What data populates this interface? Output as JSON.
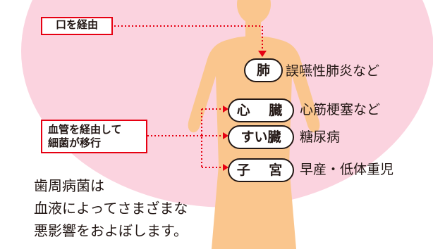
{
  "route_label": "口を経由",
  "bloodstream_label": {
    "line1": "血管を経由して",
    "line2": "細菌が移行"
  },
  "organs": [
    {
      "organ": "肺",
      "conditions": "誤嚥性肺炎など"
    },
    {
      "organ": "心 臓",
      "conditions": "心筋梗塞など"
    },
    {
      "organ": "すい臓",
      "conditions": "糖尿病"
    },
    {
      "organ": "子 宮",
      "conditions": "早産・低体重児"
    }
  ],
  "caption": {
    "line1": "歯周病菌は",
    "line2": "血液によってさまざまな",
    "line3": "悪影響をおよぼします。"
  },
  "colors": {
    "background_blob": "#fbd3df",
    "body_silhouette": "#fac68e",
    "arrow_red": "#e60012",
    "text": "#231815"
  }
}
